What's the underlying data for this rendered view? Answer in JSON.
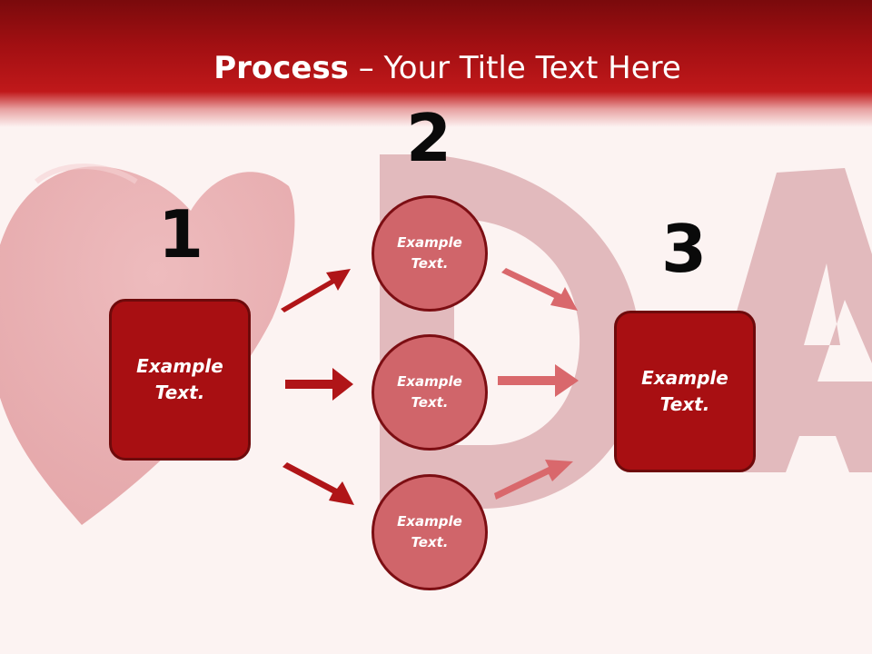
{
  "slide": {
    "title_bold": "Process",
    "title_rest": " – Your Title Text Here"
  },
  "steps": [
    {
      "number": "1",
      "box_text": "Example Text."
    },
    {
      "number": "2"
    },
    {
      "number": "3",
      "box_text": "Example Text."
    }
  ],
  "middle_items": [
    {
      "text": "Example Text."
    },
    {
      "text": "Example Text."
    },
    {
      "text": "Example Text."
    }
  ],
  "colors": {
    "header": "#a10f12",
    "box_fill": "#a80f12",
    "circle_fill": "#d0656a",
    "left_arrows": "#b01518",
    "right_arrows": "#d9686c"
  }
}
